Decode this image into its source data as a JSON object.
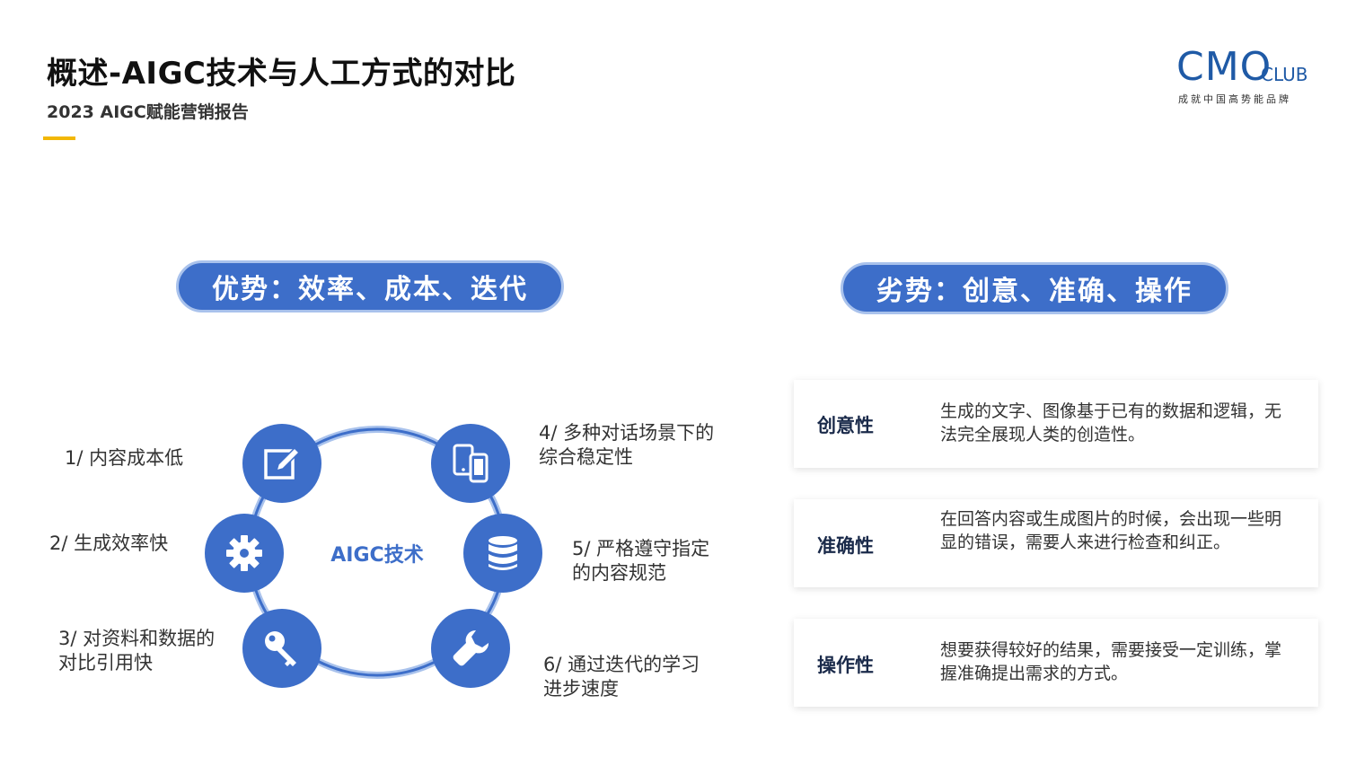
{
  "header": {
    "title": "概述-AIGC技术与人工方式的对比",
    "subtitle": "2023 AIGC赋能营销报告"
  },
  "logo": {
    "main": "CMO",
    "club": "CLUB",
    "tagline": "成就中国高势能品牌"
  },
  "advantages": {
    "heading": "优势：效率、成本、迭代",
    "center": "AIGC技术",
    "items": [
      {
        "text": "1/ 内容成本低",
        "icon": "edit-icon"
      },
      {
        "text": "2/ 生成效率快",
        "icon": "gear-icon"
      },
      {
        "text": "3/ 对资料和数据的对比引用快",
        "icon": "key-icon"
      },
      {
        "text": "4/ 多种对话场景下的综合稳定性",
        "icon": "devices-icon"
      },
      {
        "text": "5/ 严格遵守指定的内容规范",
        "icon": "database-icon"
      },
      {
        "text": "6/ 通过迭代的学习进步速度",
        "icon": "wrench-icon"
      }
    ],
    "accent_color": "#3d6ec9"
  },
  "disadvantages": {
    "heading": "劣势：创意、准确、操作",
    "cards": [
      {
        "title": "创意性",
        "text": "生成的文字、图像基于已有的数据和逻辑，无法完全展现人类的创造性。"
      },
      {
        "title": "准确性",
        "text": "在回答内容或生成图片的时候，会出现一些明显的错误，需要人来进行检查和纠正。"
      },
      {
        "title": "操作性",
        "text": "想要获得较好的结果，需要接受一定训练，掌握准确提出需求的方式。"
      }
    ]
  }
}
